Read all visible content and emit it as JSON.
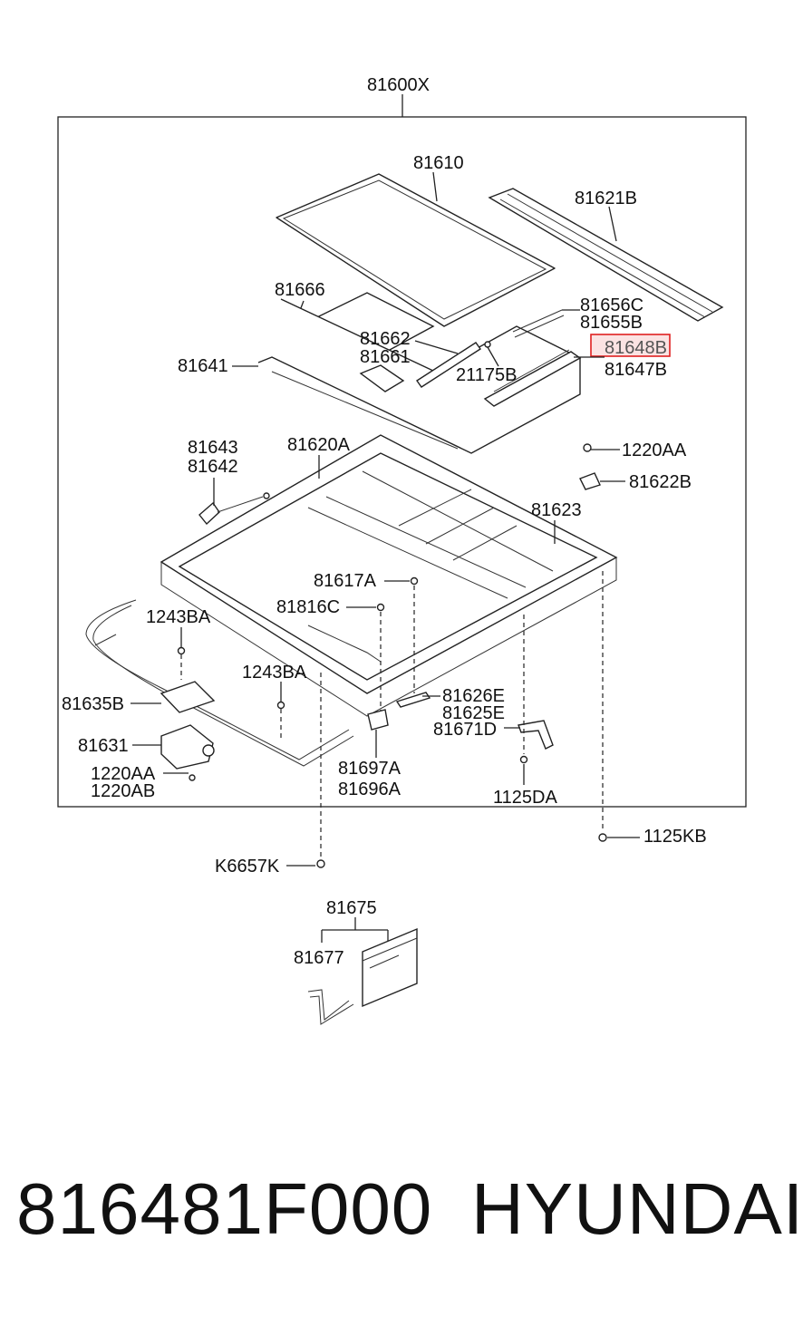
{
  "diagram": {
    "assembly_label": "81600X",
    "labels": {
      "l81610": "81610",
      "l81621B": "81621B",
      "l81666": "81666",
      "l81656C": "81656C",
      "l81655B": "81655B",
      "l81662": "81662",
      "l81661": "81661",
      "l81648": "81648B",
      "l21175": "21175B",
      "l81647B": "81647B",
      "l81641": "81641",
      "l81643": "81643",
      "l81642": "81642",
      "l81620A": "81620A",
      "l1220AA_top": "1220AA",
      "l81622B": "81622B",
      "l81623": "81623",
      "l81617A": "81617A",
      "l81816C": "81816C",
      "l1243BA_left": "1243BA",
      "l1243BA_mid": "1243BA",
      "l81635B": "81635B",
      "l81626E": "81626E",
      "l81625E": "81625E",
      "l81671D": "81671D",
      "l81631": "81631",
      "l1220AA": "1220AA",
      "l1220AB": "1220AB",
      "l81697A": "81697A",
      "l81696A": "81696A",
      "l1125DA": "1125DA",
      "l1125KB": "1125KB",
      "lK6657K": "K6657K",
      "l81675": "81675",
      "l81677": "81677"
    },
    "highlight_color": "#e02020"
  },
  "footer": {
    "part_number": "816481F000",
    "brand": "HYUNDAI"
  }
}
